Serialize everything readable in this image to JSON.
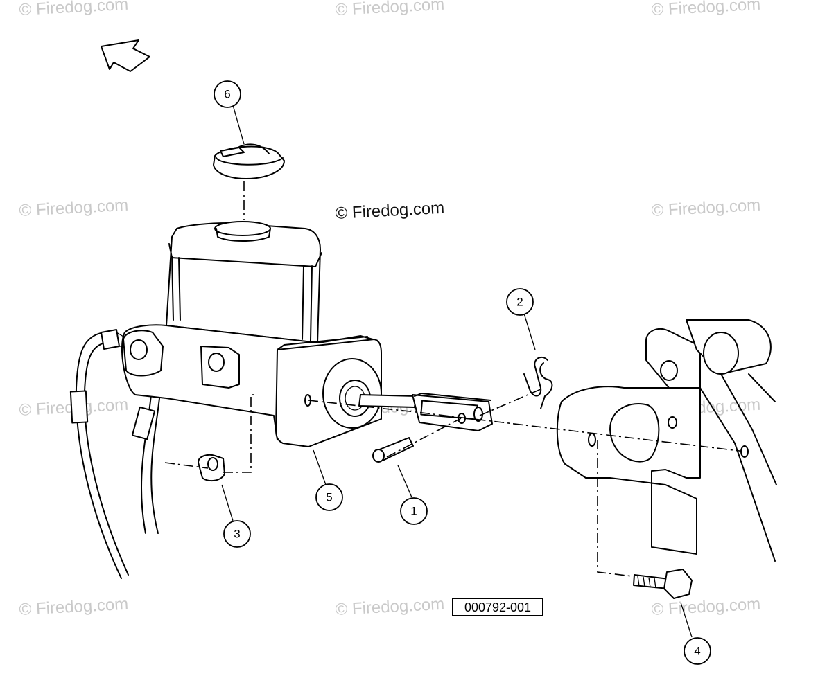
{
  "watermark": {
    "text": "© Firedog.com",
    "main_text": "© Firedog.com"
  },
  "figure_ref": "000792-001",
  "callouts": [
    {
      "id": "1",
      "label": "1"
    },
    {
      "id": "2",
      "label": "2"
    },
    {
      "id": "3",
      "label": "3"
    },
    {
      "id": "4",
      "label": "4"
    },
    {
      "id": "5",
      "label": "5"
    },
    {
      "id": "6",
      "label": "6"
    }
  ]
}
